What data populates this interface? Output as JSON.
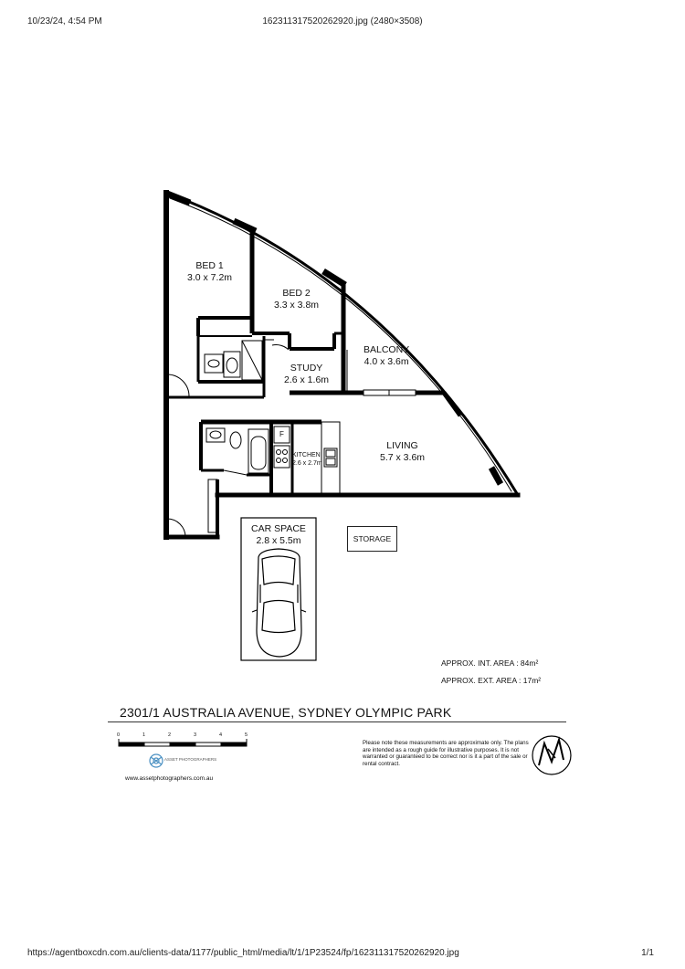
{
  "print_header": {
    "datetime": "10/23/24, 4:54 PM",
    "file_title": "1623113175202629​20.jpg (2480×3508)"
  },
  "print_footer": {
    "url": "https://agentboxcdn.com.au/clients-data/1177/public_html/media/lt/1/1P23524/fp/162311317520262920.jpg",
    "page": "1/1"
  },
  "rooms": {
    "bed1": {
      "name": "BED 1",
      "size": "3.0 x 7.2m"
    },
    "bed2": {
      "name": "BED 2",
      "size": "3.3 x 3.8m"
    },
    "balcony": {
      "name": "BALCONY",
      "size": "4.0 x 3.6m"
    },
    "study": {
      "name": "STUDY",
      "size": "2.6 x 1.6m"
    },
    "kitchen": {
      "name": "KITCHEN",
      "size": "2.6 x 2.7m"
    },
    "living": {
      "name": "LIVING",
      "size": "5.7 x 3.6m"
    },
    "fridge": "F",
    "car_space": {
      "name": "CAR SPACE",
      "size": "2.8 x 5.5m"
    },
    "storage": "STORAGE"
  },
  "areas": {
    "internal": "APPROX. INT. AREA  : 84m²",
    "external": "APPROX. EXT. AREA  : 17m²"
  },
  "address": "2301/1 AUSTRALIA AVENUE, SYDNEY OLYMPIC PARK",
  "scale_labels": [
    "0",
    "1",
    "2",
    "3",
    "4",
    "5"
  ],
  "logo_text": "ASSET PHOTOGRAPHERS",
  "website": "www.assetphotographers.com.au",
  "disclaimer": "Please note these measurements are approximate only. The plans are intended as a rough guide for illustrative purposes. It is not warranted or guaranteed to be correct nor is it a part of the sale or rental contract.",
  "compass": "N"
}
